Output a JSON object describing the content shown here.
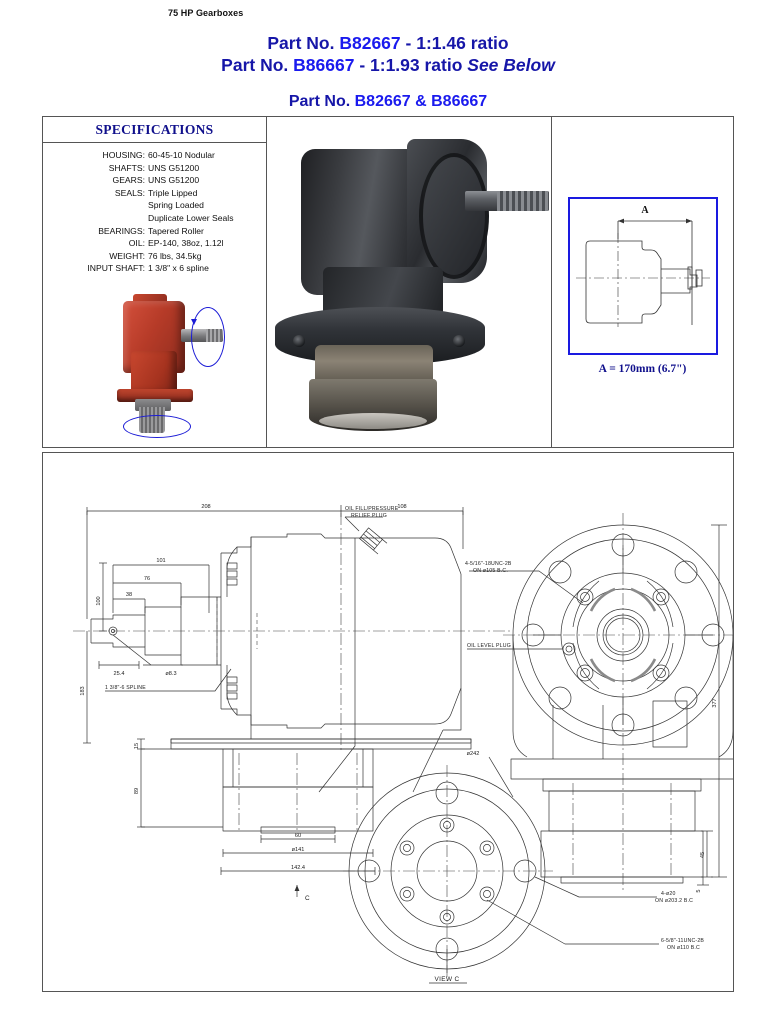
{
  "page": {
    "kicker": "75 HP Gearboxes",
    "title_line_1_prefix": "Part No. ",
    "title_line_1_part": "B82667",
    "title_line_1_suffix": " - 1:1.46 ratio",
    "title_line_2_prefix": "Part No. ",
    "title_line_2_part": "B86667",
    "title_line_2_suffix": " - 1:1.93 ratio ",
    "title_line_2_emphasis": "See Below",
    "subtitle_prefix": "Part No. ",
    "subtitle_parts": "B82667 & B86667",
    "heading_color": "#1616a8",
    "part_color": "#1a1aee",
    "annotation_color": "#1a1ae0"
  },
  "specifications": {
    "heading": "SPECIFICATIONS",
    "rows": [
      {
        "key": "HOUSING:",
        "value": "60-45-10 Nodular"
      },
      {
        "key": "SHAFTS:",
        "value": "UNS G51200"
      },
      {
        "key": "GEARS:",
        "value": "UNS G51200"
      },
      {
        "key": "SEALS:",
        "value": "Triple Lipped"
      },
      {
        "key": "",
        "value": "Spring Loaded"
      },
      {
        "key": "",
        "value": "Duplicate Lower Seals"
      },
      {
        "key": "BEARINGS:",
        "value": "Tapered Roller"
      },
      {
        "key": "OIL:",
        "value": "EP-140, 38oz, 1.12l"
      },
      {
        "key": "WEIGHT:",
        "value": "76 lbs, 34.5kg"
      },
      {
        "key": "INPUT SHAFT:",
        "value": "1 3/8\" x 6 spline"
      }
    ]
  },
  "photos": {
    "red_gearbox_alt": "red-gearbox-photo",
    "black_gearbox_alt": "black-gearbox-photo"
  },
  "dimension_panel": {
    "a_label": "A",
    "caption": "A = 170mm (6.7\")"
  },
  "drawing": {
    "dimensions": {
      "top_left": "208",
      "top_right": "108",
      "d101": "101",
      "d76": "76",
      "d38": "38",
      "d100": "100",
      "d183": "183",
      "d25_4": "25.4",
      "d8_3": "ø8.3",
      "d15": "15",
      "d89": "89",
      "d60": "60",
      "d141": "ø141",
      "d142_4": "142.4",
      "d377": "377",
      "d45": "45",
      "d5": "5",
      "d242": "ø242"
    },
    "notes": {
      "spline": "1 3/8\"-6  SPLINE",
      "oil_fill_1": "OIL FILL/PRESSURE",
      "oil_fill_2": "RELIEF  PLUG",
      "bolt_pattern_top_1": "4-5/16\"-18UNC-2B",
      "bolt_pattern_top_2": "ON  ø105  B.C.",
      "oil_level": "OIL LEVEL PLUG",
      "bolt_pattern_c1_1": "4-ø20",
      "bolt_pattern_c1_2": "ON ø203.2 B.C",
      "bolt_pattern_c2_1": "6-5/8\"-11UNC-2B",
      "bolt_pattern_c2_2": "ON ø110 B.C"
    },
    "view_labels": {
      "section_marker": "C",
      "view_c": "VIEW  C"
    }
  }
}
